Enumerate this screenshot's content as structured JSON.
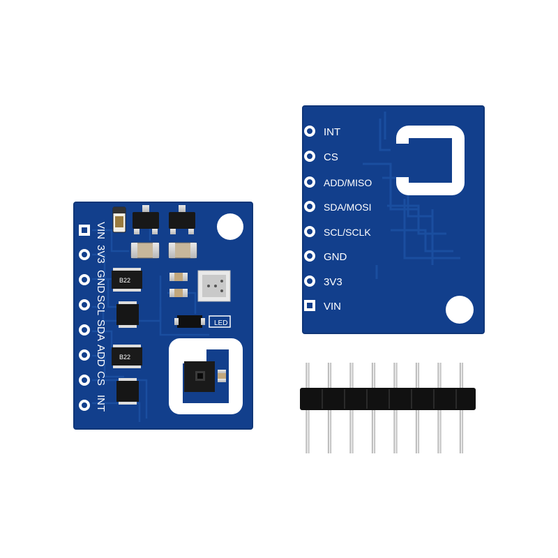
{
  "front_board": {
    "pin_labels": [
      "VIN",
      "3V3",
      "GND",
      "SCL",
      "SDA",
      "ADD",
      "CS",
      "INT"
    ],
    "chip_markings": [
      "B22",
      "B22"
    ],
    "led_label": "LED"
  },
  "back_board": {
    "pin_labels": [
      "INT",
      "CS",
      "ADD/MISO",
      "SDA/MOSI",
      "SCL/SCLK",
      "GND",
      "3V3",
      "VIN"
    ]
  },
  "header": {
    "pin_count": 8
  },
  "colors": {
    "pcb_blue": "#123f8c",
    "pcb_edge": "#0f3678",
    "trace_blue": "#1a4e9f",
    "silkscreen": "#ffffff",
    "pin_metal": "#d6d6d6",
    "header_plastic": "#111111"
  }
}
